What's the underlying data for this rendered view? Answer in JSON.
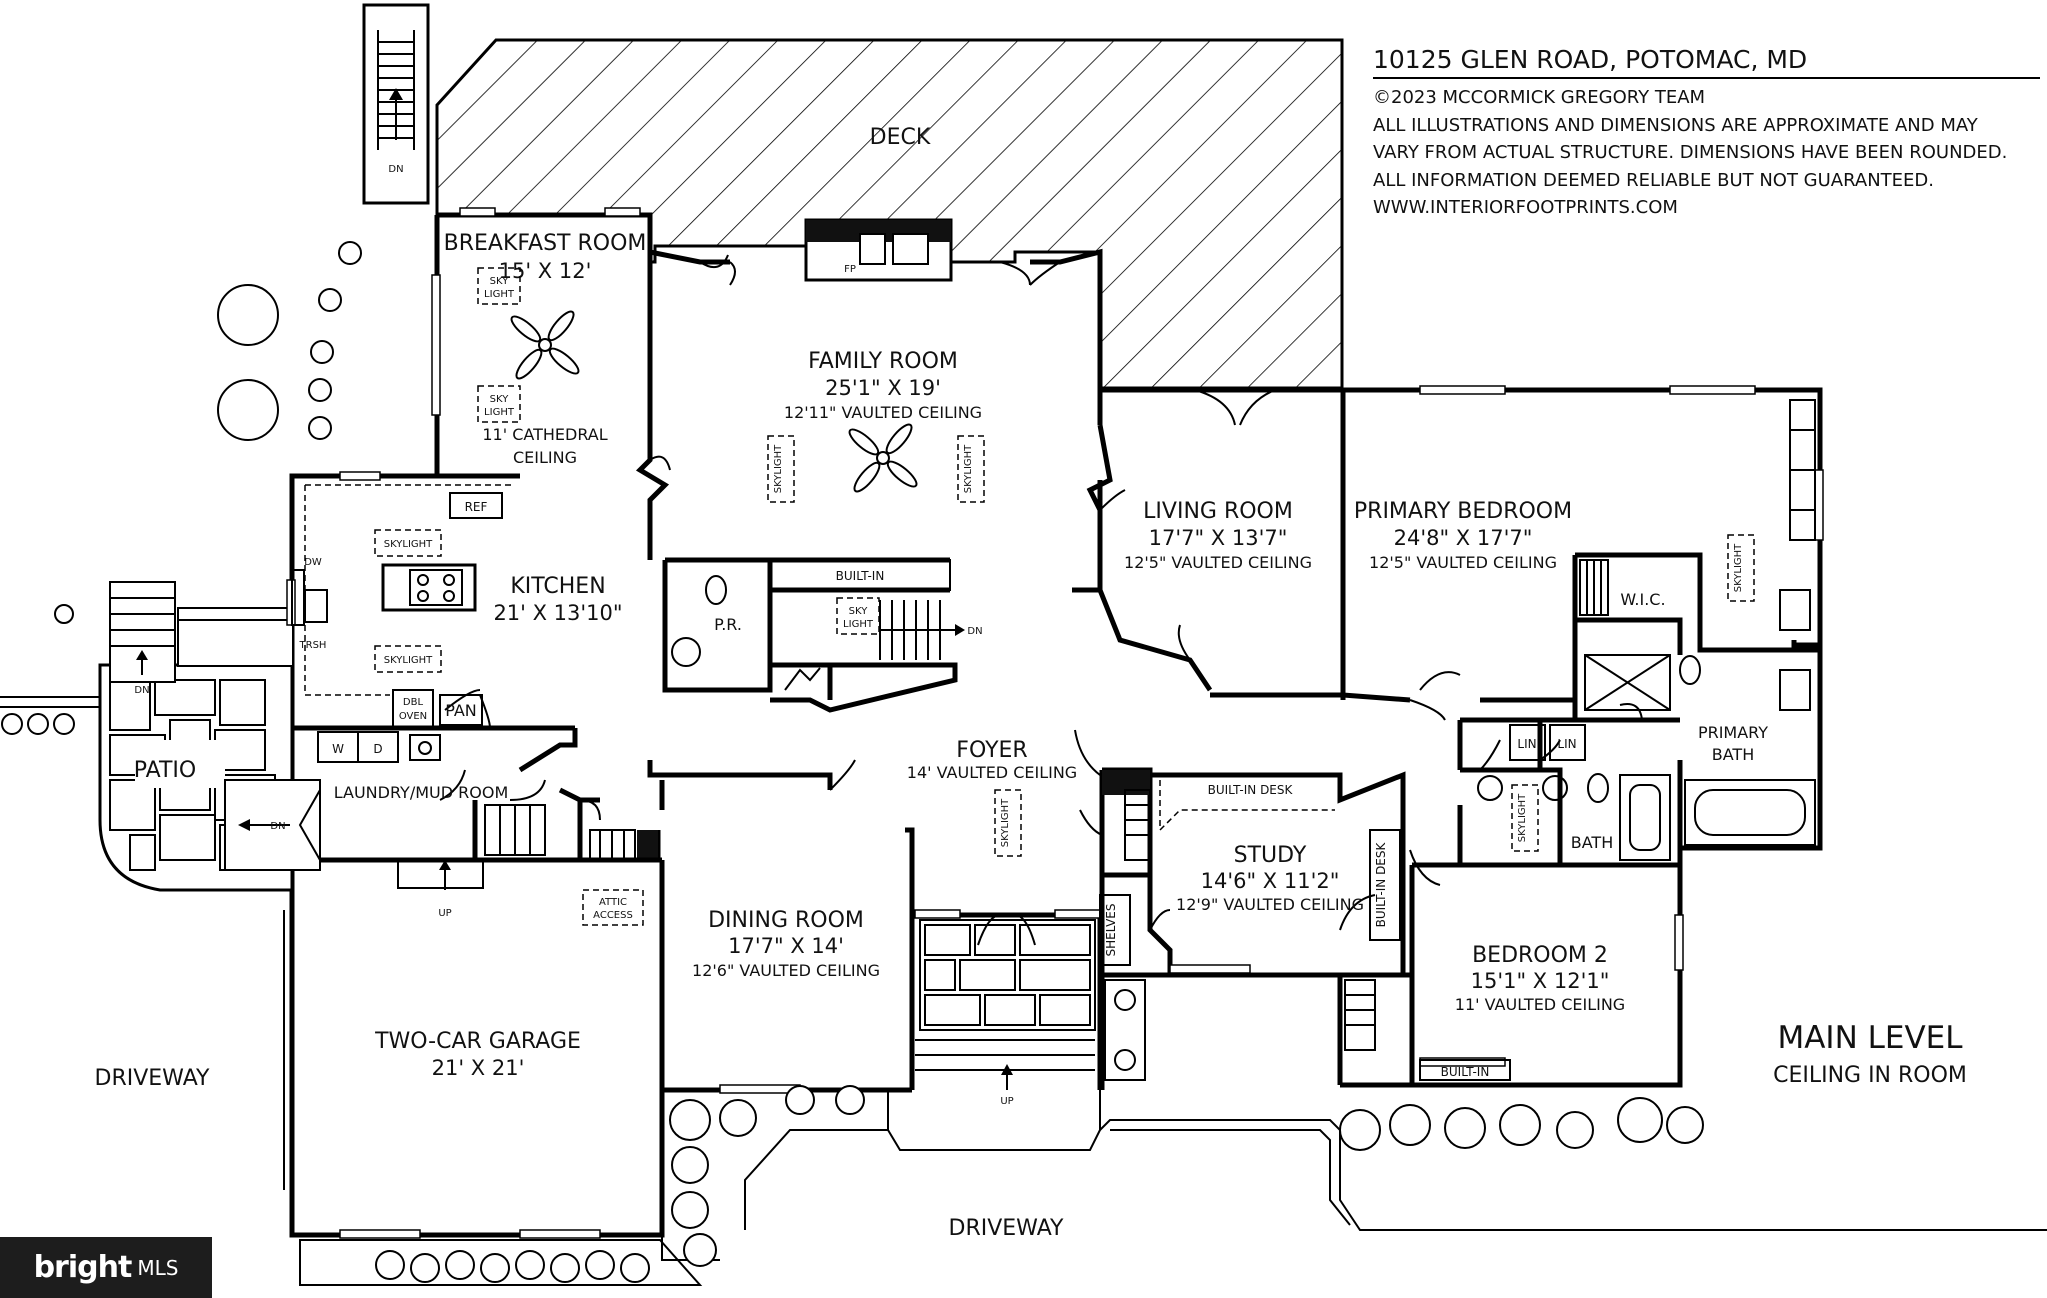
{
  "header": {
    "address": "10125 GLEN ROAD, POTOMAC, MD",
    "copyright": "©2023 MCCORMICK GREGORY TEAM",
    "disclaimer_1": "ALL ILLUSTRATIONS AND DIMENSIONS ARE APPROXIMATE AND MAY",
    "disclaimer_2": "VARY FROM ACTUAL STRUCTURE. DIMENSIONS HAVE BEEN ROUNDED.",
    "disclaimer_3": "ALL INFORMATION DEEMED RELIABLE BUT NOT GUARANTEED.",
    "website": "WWW.INTERIORFOOTPRINTS.COM"
  },
  "level": {
    "title": "MAIN LEVEL",
    "subtitle": "CEILING IN ROOM"
  },
  "rooms": {
    "deck": "DECK",
    "breakfast_name": "BREAKFAST ROOM",
    "breakfast_dim": "15' X 12'",
    "breakfast_ceiling_1": "11' CATHEDRAL",
    "breakfast_ceiling_2": "CEILING",
    "family_name": "FAMILY ROOM",
    "family_dim": "25'1\" X 19'",
    "family_ceiling": "12'11\" VAULTED CEILING",
    "kitchen_name": "KITCHEN",
    "kitchen_dim": "21' X 13'10\"",
    "living_name": "LIVING ROOM",
    "living_dim": "17'7\" X 13'7\"",
    "living_ceiling": "12'5\" VAULTED CEILING",
    "primary_name": "PRIMARY BEDROOM",
    "primary_dim": "24'8\" X 17'7\"",
    "primary_ceiling": "12'5\" VAULTED CEILING",
    "foyer_name": "FOYER",
    "foyer_ceiling": "14' VAULTED CEILING",
    "laundry_name": "LAUNDRY/MUD ROOM",
    "study_name": "STUDY",
    "study_dim": "14'6\" X 11'2\"",
    "study_ceiling": "12'9\" VAULTED CEILING",
    "dining_name": "DINING ROOM",
    "dining_dim": "17'7\" X 14'",
    "dining_ceiling": "12'6\" VAULTED CEILING",
    "garage_name": "TWO-CAR GARAGE",
    "garage_dim": "21' X 21'",
    "bedroom2_name": "BEDROOM 2",
    "bedroom2_dim": "15'1\" X 12'1\"",
    "bedroom2_ceiling": "11' VAULTED CEILING",
    "patio": "PATIO",
    "primary_bath_1": "PRIMARY",
    "primary_bath_2": "BATH",
    "bath": "BATH",
    "pr": "P.R.",
    "wic": "W.I.C.",
    "driveway_left": "DRIVEWAY",
    "driveway_bottom": "DRIVEWAY"
  },
  "fixtures": {
    "fp": "FP",
    "ref": "REF",
    "dw": "DW",
    "trsh": "TRSH",
    "dbl_1": "DBL",
    "oven": "OVEN",
    "pan": "PAN",
    "w": "W",
    "d": "D",
    "built_in": "BUILT-IN",
    "built_in_desk": "BUILT-IN DESK",
    "built_in_desk_v": "BUILT-IN DESK",
    "built_in_b2": "BUILT-IN",
    "shelves": "SHELVES",
    "lin_1": "LIN",
    "lin_2": "LIN",
    "attic_1": "ATTIC",
    "attic_2": "ACCESS",
    "skylight": "SKYLIGHT",
    "sky": "SKY",
    "light": "LIGHT",
    "dn": "DN",
    "up": "UP"
  },
  "watermark": {
    "brand": "bright",
    "suffix": "MLS"
  }
}
